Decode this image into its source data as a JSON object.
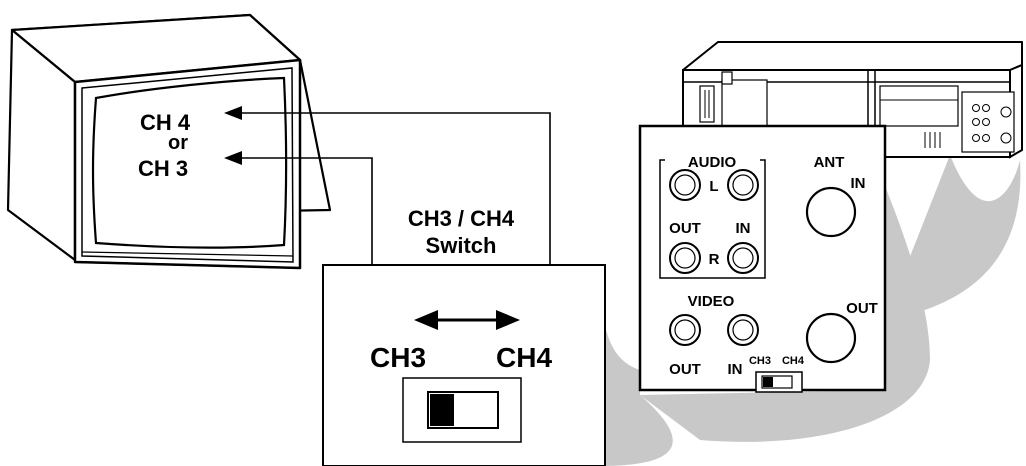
{
  "tv": {
    "label_ch4": "CH 4",
    "label_or": "or",
    "label_ch3": "CH 3"
  },
  "switch_callout": {
    "title_line1": "CH3 / CH4",
    "title_line2": "Switch",
    "left_label": "CH3",
    "right_label": "CH4",
    "position": "CH3"
  },
  "jack_panel": {
    "audio_label": "AUDIO",
    "audio_left": "L",
    "audio_right": "R",
    "audio_out": "OUT",
    "audio_in": "IN",
    "ant_label": "ANT",
    "ant_in": "IN",
    "ant_out": "OUT",
    "video_label": "VIDEO",
    "video_out": "OUT",
    "video_in": "IN",
    "switch_ch3": "CH3",
    "switch_ch4": "CH4"
  },
  "colors": {
    "line": "#000000",
    "shadow": "#c8c8c8",
    "background": "#ffffff"
  }
}
